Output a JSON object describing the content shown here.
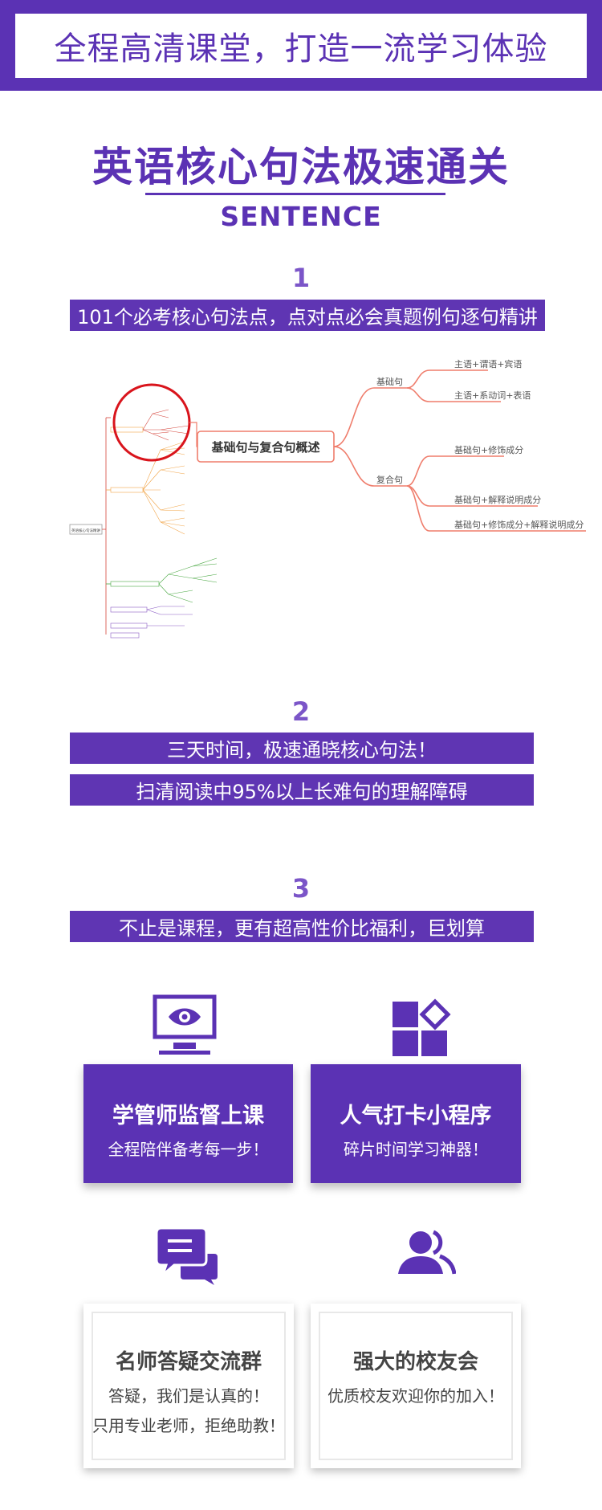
{
  "banner": {
    "text": "全程高清课堂，打造一流学习体验"
  },
  "header": {
    "title": "英语核心句法极速通关",
    "subtitle": "SENTENCE"
  },
  "section1": {
    "number": "1",
    "bar": "101个必考核心句法点，点对点必会真题例句逐句精讲",
    "mindmap": {
      "root": "英语核心句法精讲",
      "center": "基础句与复合句概述",
      "branches": [
        {
          "label": "基础句",
          "leaves": [
            "主语+谓语+宾语",
            "主语+系动词+表语"
          ]
        },
        {
          "label": "复合句",
          "leaves": [
            "基础句+修饰成分",
            "基础句+解释说明成分",
            "基础句+修饰成分+解释说明成分"
          ]
        }
      ]
    }
  },
  "section2": {
    "number": "2",
    "bar1": "三天时间，极速通晓核心句法！",
    "bar2": "扫清阅读中95%以上长难句的理解障碍"
  },
  "section3": {
    "number": "3",
    "bar": "不止是课程，更有超高性价比福利，巨划算"
  },
  "features": [
    {
      "icon": "monitor-eye-icon",
      "title": "学管师监督上课",
      "lines": [
        "全程陪伴备考每一步！"
      ]
    },
    {
      "icon": "apps-grid-icon",
      "title": "人气打卡小程序",
      "lines": [
        "碎片时间学习神器！"
      ]
    },
    {
      "icon": "chat-bubbles-icon",
      "title": "名师答疑交流群",
      "lines": [
        "答疑，我们是认真的！",
        "只用专业老师，拒绝助教！"
      ]
    },
    {
      "icon": "users-icon",
      "title": "强大的校友会",
      "lines": [
        "优质校友欢迎你的加入！"
      ]
    }
  ],
  "colors": {
    "brand": "#5b32b4",
    "accent_light": "#7b55c8",
    "map_line": "#ef7d6c",
    "highlight_circle": "#d9141c"
  }
}
